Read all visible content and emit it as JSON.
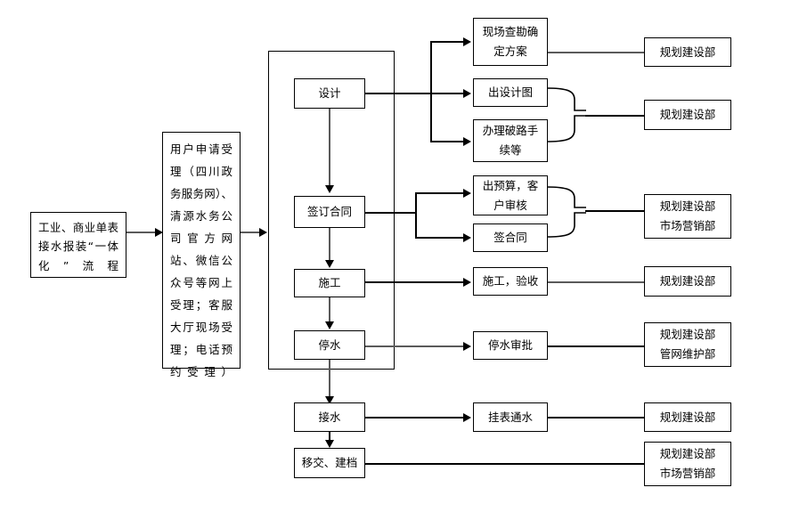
{
  "diagram": {
    "title_box": {
      "label": "工业、商业单表接水报装“一体化”流程"
    },
    "intake_box": {
      "label": "用户申请受理（四川政务服务网）、清源水务公司官方网站、微信公众号等网上受理；客服大厅现场受理；电话预约受理）"
    },
    "main_stages": [
      {
        "id": "design",
        "label": "设计"
      },
      {
        "id": "sign-contract",
        "label": "签订合同"
      },
      {
        "id": "construction",
        "label": "施工"
      },
      {
        "id": "water-shutoff",
        "label": "停水"
      }
    ],
    "post_stages": [
      {
        "id": "water-connection",
        "label": "接水"
      },
      {
        "id": "handover-archive",
        "label": "移交、建档"
      }
    ],
    "sub_tasks": [
      {
        "id": "site-survey",
        "label": "现场查勘确\n定方案"
      },
      {
        "id": "design-drawing",
        "label": "出设计图"
      },
      {
        "id": "road-cut-permit",
        "label": "办理破路手\n续等"
      },
      {
        "id": "budget-review",
        "label": "出预算，客\n户审核"
      },
      {
        "id": "sign-agreement",
        "label": "签合同"
      },
      {
        "id": "construct-accept",
        "label": "施工，验收"
      },
      {
        "id": "shutoff-approval",
        "label": "停水审批"
      },
      {
        "id": "meter-water-on",
        "label": "挂表通水"
      }
    ],
    "departments": [
      {
        "id": "dept-1",
        "label": "规划建设部"
      },
      {
        "id": "dept-2",
        "label": "规划建设部"
      },
      {
        "id": "dept-3",
        "label": "规划建设部\n市场营销部"
      },
      {
        "id": "dept-4",
        "label": "规划建设部"
      },
      {
        "id": "dept-5",
        "label": "规划建设部\n管网维护部"
      },
      {
        "id": "dept-6",
        "label": "规划建设部"
      },
      {
        "id": "dept-7",
        "label": "规划建设部\n市场营销部"
      }
    ],
    "colors": {
      "stroke": "#000000",
      "stroke_gray": "#5a5a5a",
      "background": "#ffffff"
    }
  }
}
